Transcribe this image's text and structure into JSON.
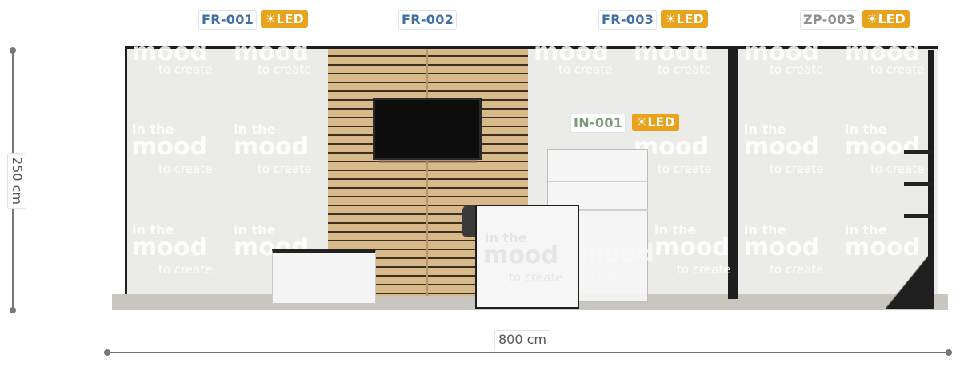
{
  "labels": {
    "fr001": {
      "code": "FR-001",
      "led": "LED"
    },
    "fr002": {
      "code": "FR-002"
    },
    "fr003": {
      "code": "FR-003",
      "led": "LED"
    },
    "zp003": {
      "code": "ZP-003",
      "led": "LED"
    },
    "in001": {
      "code": "IN-001",
      "led": "LED"
    }
  },
  "dimensions": {
    "height": "250 cm",
    "width": "800 cm"
  },
  "graphic": {
    "line1": "in the",
    "line2": "mood",
    "line3": "to create"
  },
  "colors": {
    "led_badge": "#e8a21b",
    "code_blue": "#3e6fa6",
    "code_gray": "#8e8e8e",
    "code_green": "#7a9b76",
    "wood": "#d8b98a",
    "wall": "#ebebe8",
    "frame": "#1e1e1e"
  },
  "icons": {
    "led": "sun-icon"
  }
}
